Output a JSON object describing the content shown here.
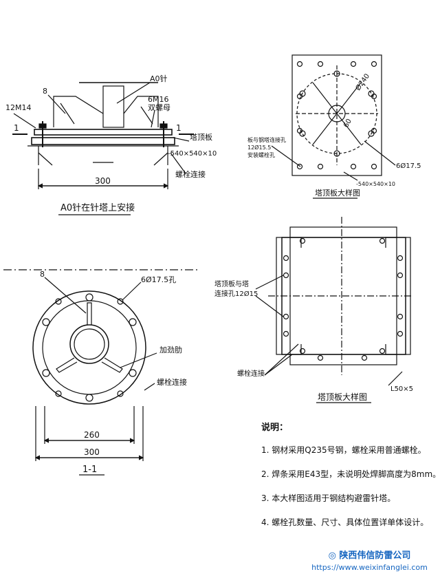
{
  "drawing1": {
    "title": "A0针在针塔上安接",
    "labels": {
      "needle": "A0针",
      "eight": "8",
      "bolt_left": "12M14",
      "bolt_right": "6M16",
      "double_nut": "双螺母",
      "section_left": "1",
      "section_right": "1",
      "top_plate": "塔顶板",
      "plate_size": "-540×540×10",
      "bolt_conn": "螺栓连接",
      "dim": "300"
    }
  },
  "drawing2": {
    "title": "塔顶板大样图",
    "labels": {
      "diameter": "Ø240",
      "angle": "60",
      "hole_note_1": "板与钢塔连接孔",
      "hole_note_2": "12Ø15.5",
      "hole_note_3": "安装螺栓孔",
      "holes": "6Ø17.5",
      "plate_size": "-540×540×10"
    }
  },
  "drawing3": {
    "title": "1-1",
    "labels": {
      "eight": "8",
      "holes": "6Ø17.5孔",
      "stiffener": "加劲肋",
      "bolt_conn": "螺栓连接",
      "dim_inner": "260",
      "dim_outer": "300"
    }
  },
  "drawing4": {
    "title": "塔顶板大样图",
    "labels": {
      "conn_1": "塔顶板与塔",
      "conn_2": "连接孔12Ø15",
      "bolt_conn": "螺栓连接",
      "angle": "L50×5"
    }
  },
  "notes": {
    "heading": "说明：",
    "items": [
      "1. 钢材采用Q235号钢，螺栓采用普通螺栓。",
      "2. 焊条采用E43型，未说明处焊脚高度为8mm。",
      "3. 本大样图适用于钢结构避雷针塔。",
      "4. 螺栓孔数量、尺寸、具体位置详单体设计。"
    ]
  },
  "brand": {
    "company": "◎ 陕西伟信防雷公司",
    "url": "https://www.weixinfanglei.com"
  }
}
